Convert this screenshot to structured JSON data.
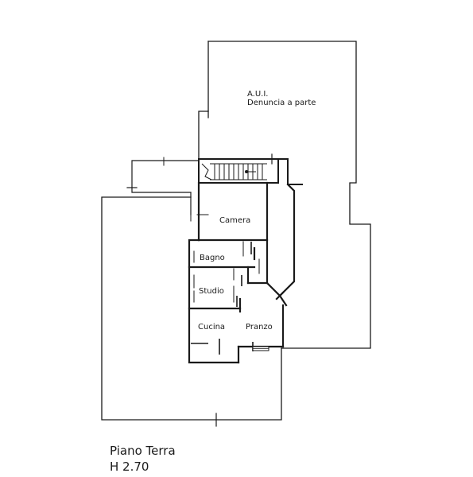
{
  "plan": {
    "aui_label_line1": "A.U.I.",
    "aui_label_line2": "Denuncia  a  parte",
    "rooms": {
      "camera": "Camera",
      "bagno": "Bagno",
      "studio": "Studio",
      "cucina": "Cucina",
      "pranzo": "Pranzo"
    },
    "floor_name": "Piano   Terra",
    "height": "H  2.70",
    "line_color": "#1a1a1a"
  }
}
